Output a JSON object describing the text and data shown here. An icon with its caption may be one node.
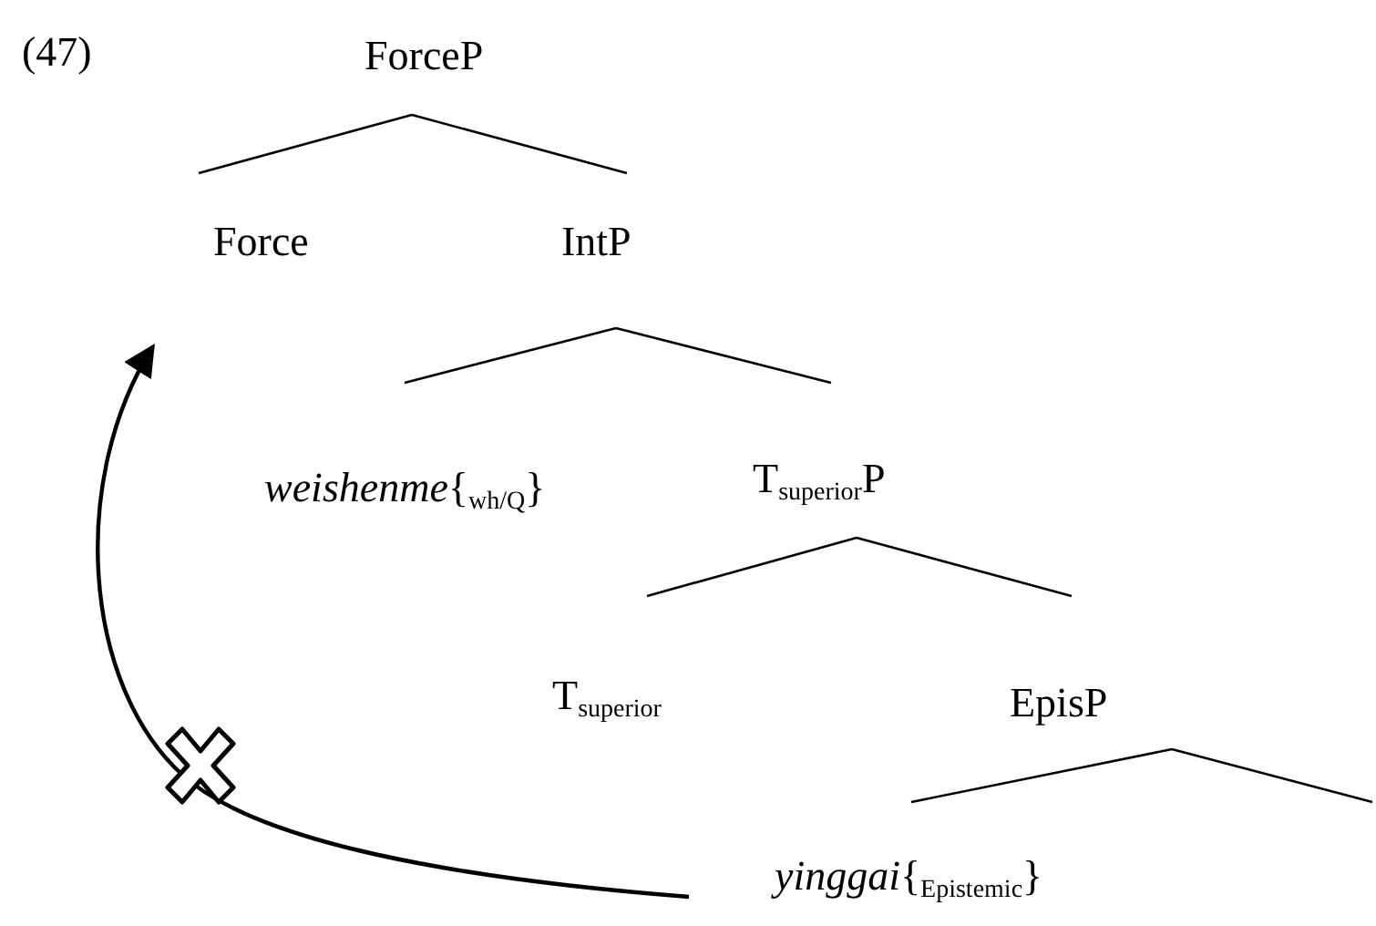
{
  "diagram": {
    "nodes": [
      {
        "text": [
          "ForceP"
        ]
      },
      {
        "text": [
          "Force"
        ]
      },
      {
        "text": [
          "IntP"
        ]
      },
      {
        "text": [
          "*weishenme*{$_{wh/Q}$}"
        ]
      },
      {
        "text": [
          "T$_{superior}$P"
        ]
      },
      {
        "text": [
          "T$_{superior}$"
        ]
      },
      {
        "text": [
          "EpisP"
        ]
      },
      {
        "text": [
          "*yinggai*{$_{Epistemic}$}"
        ]
      }
    ],
    "edges": [
      {
        "from": 0,
        "to": 1,
        "arrow": "none"
      },
      {
        "from": 0,
        "to": 2,
        "arrow": "none"
      },
      {
        "from": 2,
        "to": 3,
        "arrow": "none"
      },
      {
        "from": 2,
        "to": 4,
        "arrow": "none"
      },
      {
        "from": 4,
        "to": 5,
        "arrow": "none"
      },
      {
        "from": 4,
        "to": 6,
        "arrow": "none"
      },
      {
        "from": 6,
        "to": 7,
        "arrow": "none"
      },
      {
        "from": null,
        "to": 6,
        "arrow": "none"
      },
      {
        "from": 7,
        "to": 1,
        "arrow": "to"
      }
    ],
    "labels": [
      "(47)"
    ]
  }
}
